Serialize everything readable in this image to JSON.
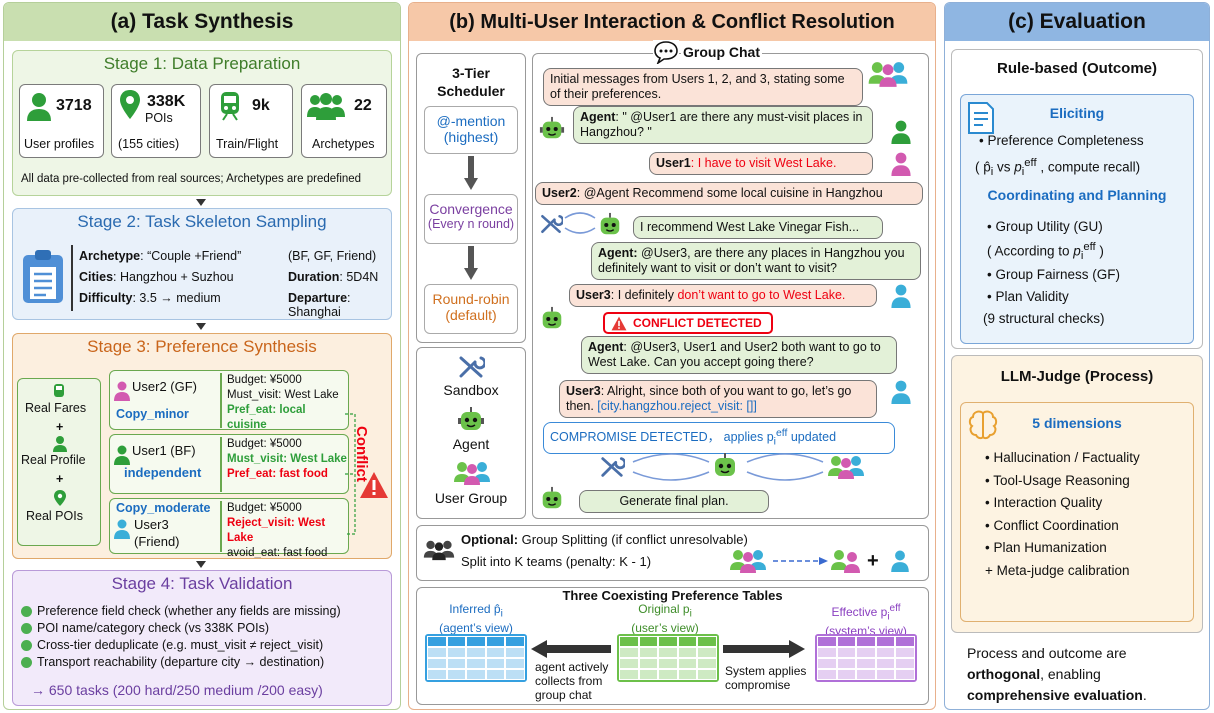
{
  "panel_a": {
    "title": "(a) Task Synthesis",
    "stage1": {
      "title": "Stage 1: Data Preparation",
      "stats": [
        {
          "value": "3718",
          "label": "User profiles",
          "icon": "user-icon"
        },
        {
          "value": "338K",
          "label": "POIs",
          "sublabel": "(155 cities)",
          "icon": "map-pin-icon"
        },
        {
          "value": "9k",
          "label": "Train/Flight",
          "icon": "train-icon"
        },
        {
          "value": "22",
          "label": "Archetypes",
          "icon": "group-icon"
        }
      ],
      "note": "All data pre-collected from real sources; Archetypes are predefined"
    },
    "stage2": {
      "title": "Stage 2: Task Skeleton Sampling",
      "archetype_key": "Archetype",
      "archetype_val": ": “Couple +Friend”",
      "archetype_extra": "(BF, GF, Friend)",
      "cities_key": "Cities",
      "cities_val": ": Hangzhou + Suzhou",
      "duration_key": "Duration",
      "duration_val": ": 5D4N",
      "difficulty_key": "Difficulty",
      "difficulty_val": ": 3.5 → medium",
      "departure_key": "Departure",
      "departure_val": ": Shanghai"
    },
    "stage3": {
      "title": "Stage 3: Preference Synthesis",
      "sources": [
        "Real Fares",
        "Real Profile",
        "Real POIs"
      ],
      "plus": "+",
      "users": [
        {
          "name": "User2 (GF)",
          "tag": "Copy_minor",
          "budget": "Budget: ¥5000",
          "line2": "Must_visit: West Lake",
          "line3": "Pref_eat: local cuisine"
        },
        {
          "name": "User1 (BF)",
          "tag": "independent",
          "budget": "Budget: ¥5000",
          "line2": "Must_visit: West Lake",
          "line3": "Pref_eat: fast food"
        },
        {
          "name": "User3",
          "name2": "(Friend)",
          "tag": "Copy_moderate",
          "budget": "Budget: ¥5000",
          "line2": "Reject_visit: West Lake",
          "line3": "avoid_eat: fast food"
        }
      ],
      "conflict": "Conflict"
    },
    "stage4": {
      "title": "Stage 4: Task Validation",
      "checks": [
        "Preference field check (whether any fields are missing)",
        "POI name/category check (vs 338K POIs)",
        "Cross-tier deduplicate  (e.g. must_visit ≠ reject_visit)",
        "Transport reachability  (departure city → destination)"
      ],
      "summary": "→ 650 tasks (200 hard/250 medium /200 easy)"
    }
  },
  "panel_b": {
    "title": "(b) Multi-User Interaction & Conflict Resolution",
    "scheduler": {
      "title": "3-Tier Scheduler",
      "tiers": [
        {
          "name": "@-mention",
          "sub": "(highest)",
          "color": "#1b6cc0"
        },
        {
          "name": "Convergence",
          "sub": "(Every n round)",
          "color": "#7a3fa0"
        },
        {
          "name": "Round-robin",
          "sub": "(default)",
          "color": "#d0701f"
        }
      ]
    },
    "legend": [
      "Sandbox",
      "Agent",
      "User Group"
    ],
    "chat": {
      "title": "Group Chat",
      "m1": "Initial messages from Users 1, 2, and 3, stating some of their preferences.",
      "m2_speaker": "Agent",
      "m2_text": ": \" @User1 are there any must-visit places in Hangzhou? \"",
      "m3_speaker": "User1",
      "m3_text": ":  I have to visit West Lake.",
      "m4_speaker": "User2",
      "m4_text": ": @Agent Recommend some local cuisine in Hangzhou",
      "m5_text": "I recommend West Lake Vinegar Fish...",
      "m6_speaker": "Agent:",
      "m6_text": " @User3, are there any places in Hangzhou you definitely want to visit or don’t want to visit?",
      "m7_speaker": "User3",
      "m7_text": ": I definitely ",
      "m7_red": "don’t want to go to West Lake.",
      "conflict": "CONFLICT DETECTED",
      "m8_speaker": "Agent",
      "m8_text": ": @User3, User1 and User2 both want to go to West Lake. Can you accept going there?",
      "m9_speaker": "User3",
      "m9_text": ": Alright, since both of you want to go, let’s go then. ",
      "m9_code": "[city.hangzhou.reject_visit: []]",
      "compromise": "COMPROMISE DETECTED， applies p",
      "compromise_sup": "eff",
      "compromise_sub": "i",
      "compromise_tail": " updated",
      "final": "Generate final plan."
    },
    "optional": {
      "key": "Optional:",
      "text": " Group Splitting  (if conflict unresolvable)",
      "line2": "Split into K teams (penalty: K - 1)",
      "plus": "+"
    },
    "tables": {
      "title": "Three Coexisting Preference Tables",
      "inferred": "Inferred p̂",
      "inferred_sub": "i",
      "inferred_view": "(agent’s view)",
      "original": "Original p",
      "original_sub": "i",
      "original_view": "(user’s view)",
      "effective": "Effective p",
      "effective_sup": "eff",
      "effective_sub": "i",
      "effective_view": "(system’s view)",
      "left_arrow_label": "agent actively collects from group chat",
      "right_arrow_label": "System applies compromise",
      "colors": {
        "inferred": "#35a0e0",
        "original": "#6cc04a",
        "effective": "#b070d8"
      }
    }
  },
  "panel_c": {
    "title": "(c) Evaluation",
    "rule": {
      "title": "Rule-based (Outcome)",
      "eliciting": "Eliciting",
      "e1": "Preference Completeness",
      "e2_a": "( ",
      "e2_hat": "p̂",
      "e2_hat_sub": "i",
      "e2_vs": " vs ",
      "e2_p": "p",
      "e2_sup": "eff",
      "e2_sub": "i",
      "e2_tail": " , compute recall)",
      "coord": "Coordinating and Planning",
      "c1": "Group Utility (GU)",
      "c2_a": "( According to ",
      "c2_p": "p",
      "c2_sup": "eff",
      "c2_sub": "i",
      "c2_tail": " )",
      "c3": "Group Fairness (GF)",
      "c4": "Plan Validity",
      "c5": "(9 structural checks)"
    },
    "judge": {
      "title": "LLM-Judge (Process)",
      "dims": "5 dimensions",
      "items": [
        "Hallucination / Factuality",
        "Tool-Usage Reasoning",
        "Interaction Quality",
        "Conflict Coordination",
        "Plan Humanization"
      ],
      "extra": "+  Meta-judge calibration"
    },
    "footer": {
      "t1": "Process and outcome are ",
      "t2": "orthogonal",
      "t3": ", enabling ",
      "t4": "comprehensive evaluation",
      "t5": "."
    }
  }
}
